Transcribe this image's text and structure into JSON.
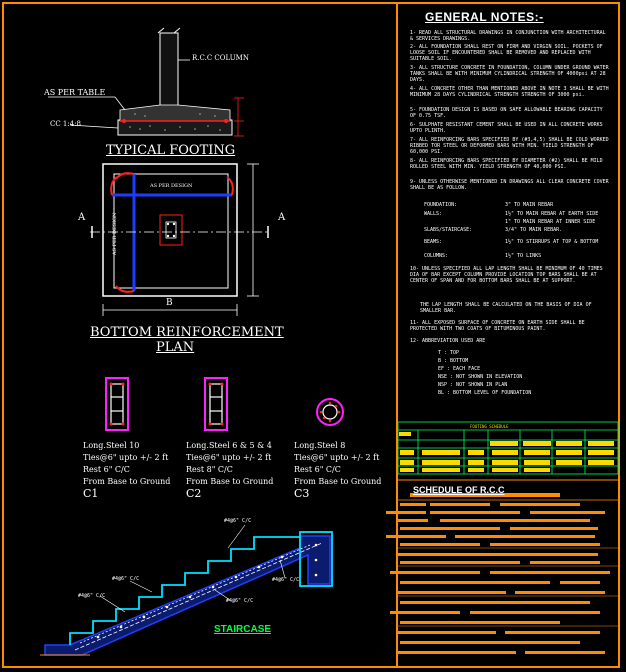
{
  "footing": {
    "column_label": "R.C.C COLUMN",
    "as_per_table": "AS PER TABLE",
    "cc_label": "CC 1:4:8",
    "title": "TYPICAL FOOTING"
  },
  "plan": {
    "bar_label_h": "AS PER DESIGN",
    "bar_label_v": "AS PER DESIGN",
    "section_left": "A",
    "section_right": "A",
    "dim_label": "B",
    "title_line1": "BOTTOM REINFORCEMENT",
    "title_line2": "PLAN"
  },
  "columns": [
    {
      "line1": "Long.Steel 10",
      "line2": "Ties@6\" upto +/- 2 ft",
      "line3": "Rest 6\" C/C",
      "line4": "From Base to Ground",
      "id": "C1"
    },
    {
      "line1": "Long.Steel 6 & 5 & 4",
      "line2": "Ties@6\" upto +/- 2 ft",
      "line3": "Rest 8\" C/C",
      "line4": "From Base to Ground",
      "id": "C2"
    },
    {
      "line1": "Long.Steel 8",
      "line2": "Ties@6\" upto +/- 2 ft",
      "line3": "Rest 6\" C/C",
      "line4": "From Base to Ground",
      "id": "C3"
    }
  ],
  "staircase": {
    "title": "STAIRCASE",
    "labels": [
      "#4@6\" C/C",
      "#4@6\" C/C",
      "#4@6\" C/C",
      "#4@6\" C/C",
      "#4@6\" C/C"
    ]
  },
  "notes": {
    "title": "GENERAL NOTES:-",
    "items": [
      "1- READ ALL STRUCTURAL DRAWINGS IN CONJUNCTION WITH ARCHITECTURAL & SERVICES DRAWINGS.",
      "2- ALL FOUNDATION SHALL REST ON FIRM AND VIRGIN SOIL. POCKETS OF LOOSE SOIL IF ENCOUNTERED SHALL BE REMOVED AND REPLACED WITH SUITABLE SOIL.",
      "3- ALL STRUCTURE CONCRETE IN FOUNDATION, COLUMN UNDER GROUND WATER TANKS SHALL BE WITH MINIMUM CYLINDRICAL STRENGTH OF 4000psi AT 28 DAYS.",
      "4- ALL CONCRETE OTHER THAN MENTIONED ABOVE IN NOTE 3 SHALL BE WITH MINIMUM 28 DAYS CYLINDRICAL STRENGTH STRENGTH OF 3000 psi.",
      "5- FOUNDATION DESIGN IS BASED ON SAFE ALLOWABLE BEARING CAPACITY OF 0.75 TSF.",
      "6- SULPHATE RESISTANT CEMENT SHALL BE USED IN ALL CONCRETE WORKS UPTO PLINTH.",
      "7- ALL REINFORCING BARS SPECIFIED BY (#3,4,5) SHALL BE COLD WORKED RIBBED TOR STEEL OR DEFORMED BARS WITH MIN. YIELD STRENGTH OF 60,000 PSI.",
      "8- ALL REINFORCING BARS SPECIFIED BY DIAMETER (#2) SHALL BE MILD ROLLED STEEL WITH MIN. YIELD STRENGTH OF 40,000 PSI.",
      "9- UNLESS OTHERWISE MENTIONED IN DRAWINGS ALL CLEAR CONCRETE COVER SHALL BE AS FOLLOW."
    ],
    "cover": [
      {
        "k": "FOUNDATION:",
        "v": "3\" TO MAIN REBAR"
      },
      {
        "k": "WALLS:",
        "v": "1½\" TO MAIN REBAR AT EARTH SIDE"
      },
      {
        "k": "",
        "v": "1\" TO MAIN REBAR AT INNER SIDE"
      },
      {
        "k": "SLABS/STAIRCASE:",
        "v": "3/4\" TO MAIN REBAR."
      },
      {
        "k": "BEAMS:",
        "v": "1½\" TO STIRRUPS AT TOP & BOTTOM"
      },
      {
        "k": "COLUMNS:",
        "v": "1½\" TO LINKS"
      }
    ],
    "items2": [
      "10- UNLESS SPECIFIED ALL LAP LENGTH SHALL BE MINIMUM OF 40 TIMES DIA OF BAR EXCEPT COLUMN PROVIDE LOCATION TOP BARS SHALL BE AT CENTER OF SPAN AND FOR BOTTOM BARS SHALL BE AT SUPPORT.",
      "THE LAP LENGTH SHALL BE CALCULATED ON THE BASIS OF DIA OF SMALLER BAR.",
      "11- ALL EXPOSED SURFACE OF CONCRETE ON EARTH SIDE SHALL BE PROTECTED WITH TWO COATS OF BITUMINOUS PAINT.",
      "12- ABBREVIATION USED ARE"
    ],
    "abbrev": [
      "T : TOP",
      "B : BOTTOM",
      "EF : EACH FACE",
      "NSE : NOT SHOWN IN ELEVATION",
      "NSP : NOT SHOWN IN PLAN",
      "BL : BOTTOM LEVEL OF FOUNDATION"
    ]
  },
  "footing_schedule_title": "FOOTING SCHEDULE",
  "rcc_schedule_title": "SCHEDULE OF R.C.C"
}
